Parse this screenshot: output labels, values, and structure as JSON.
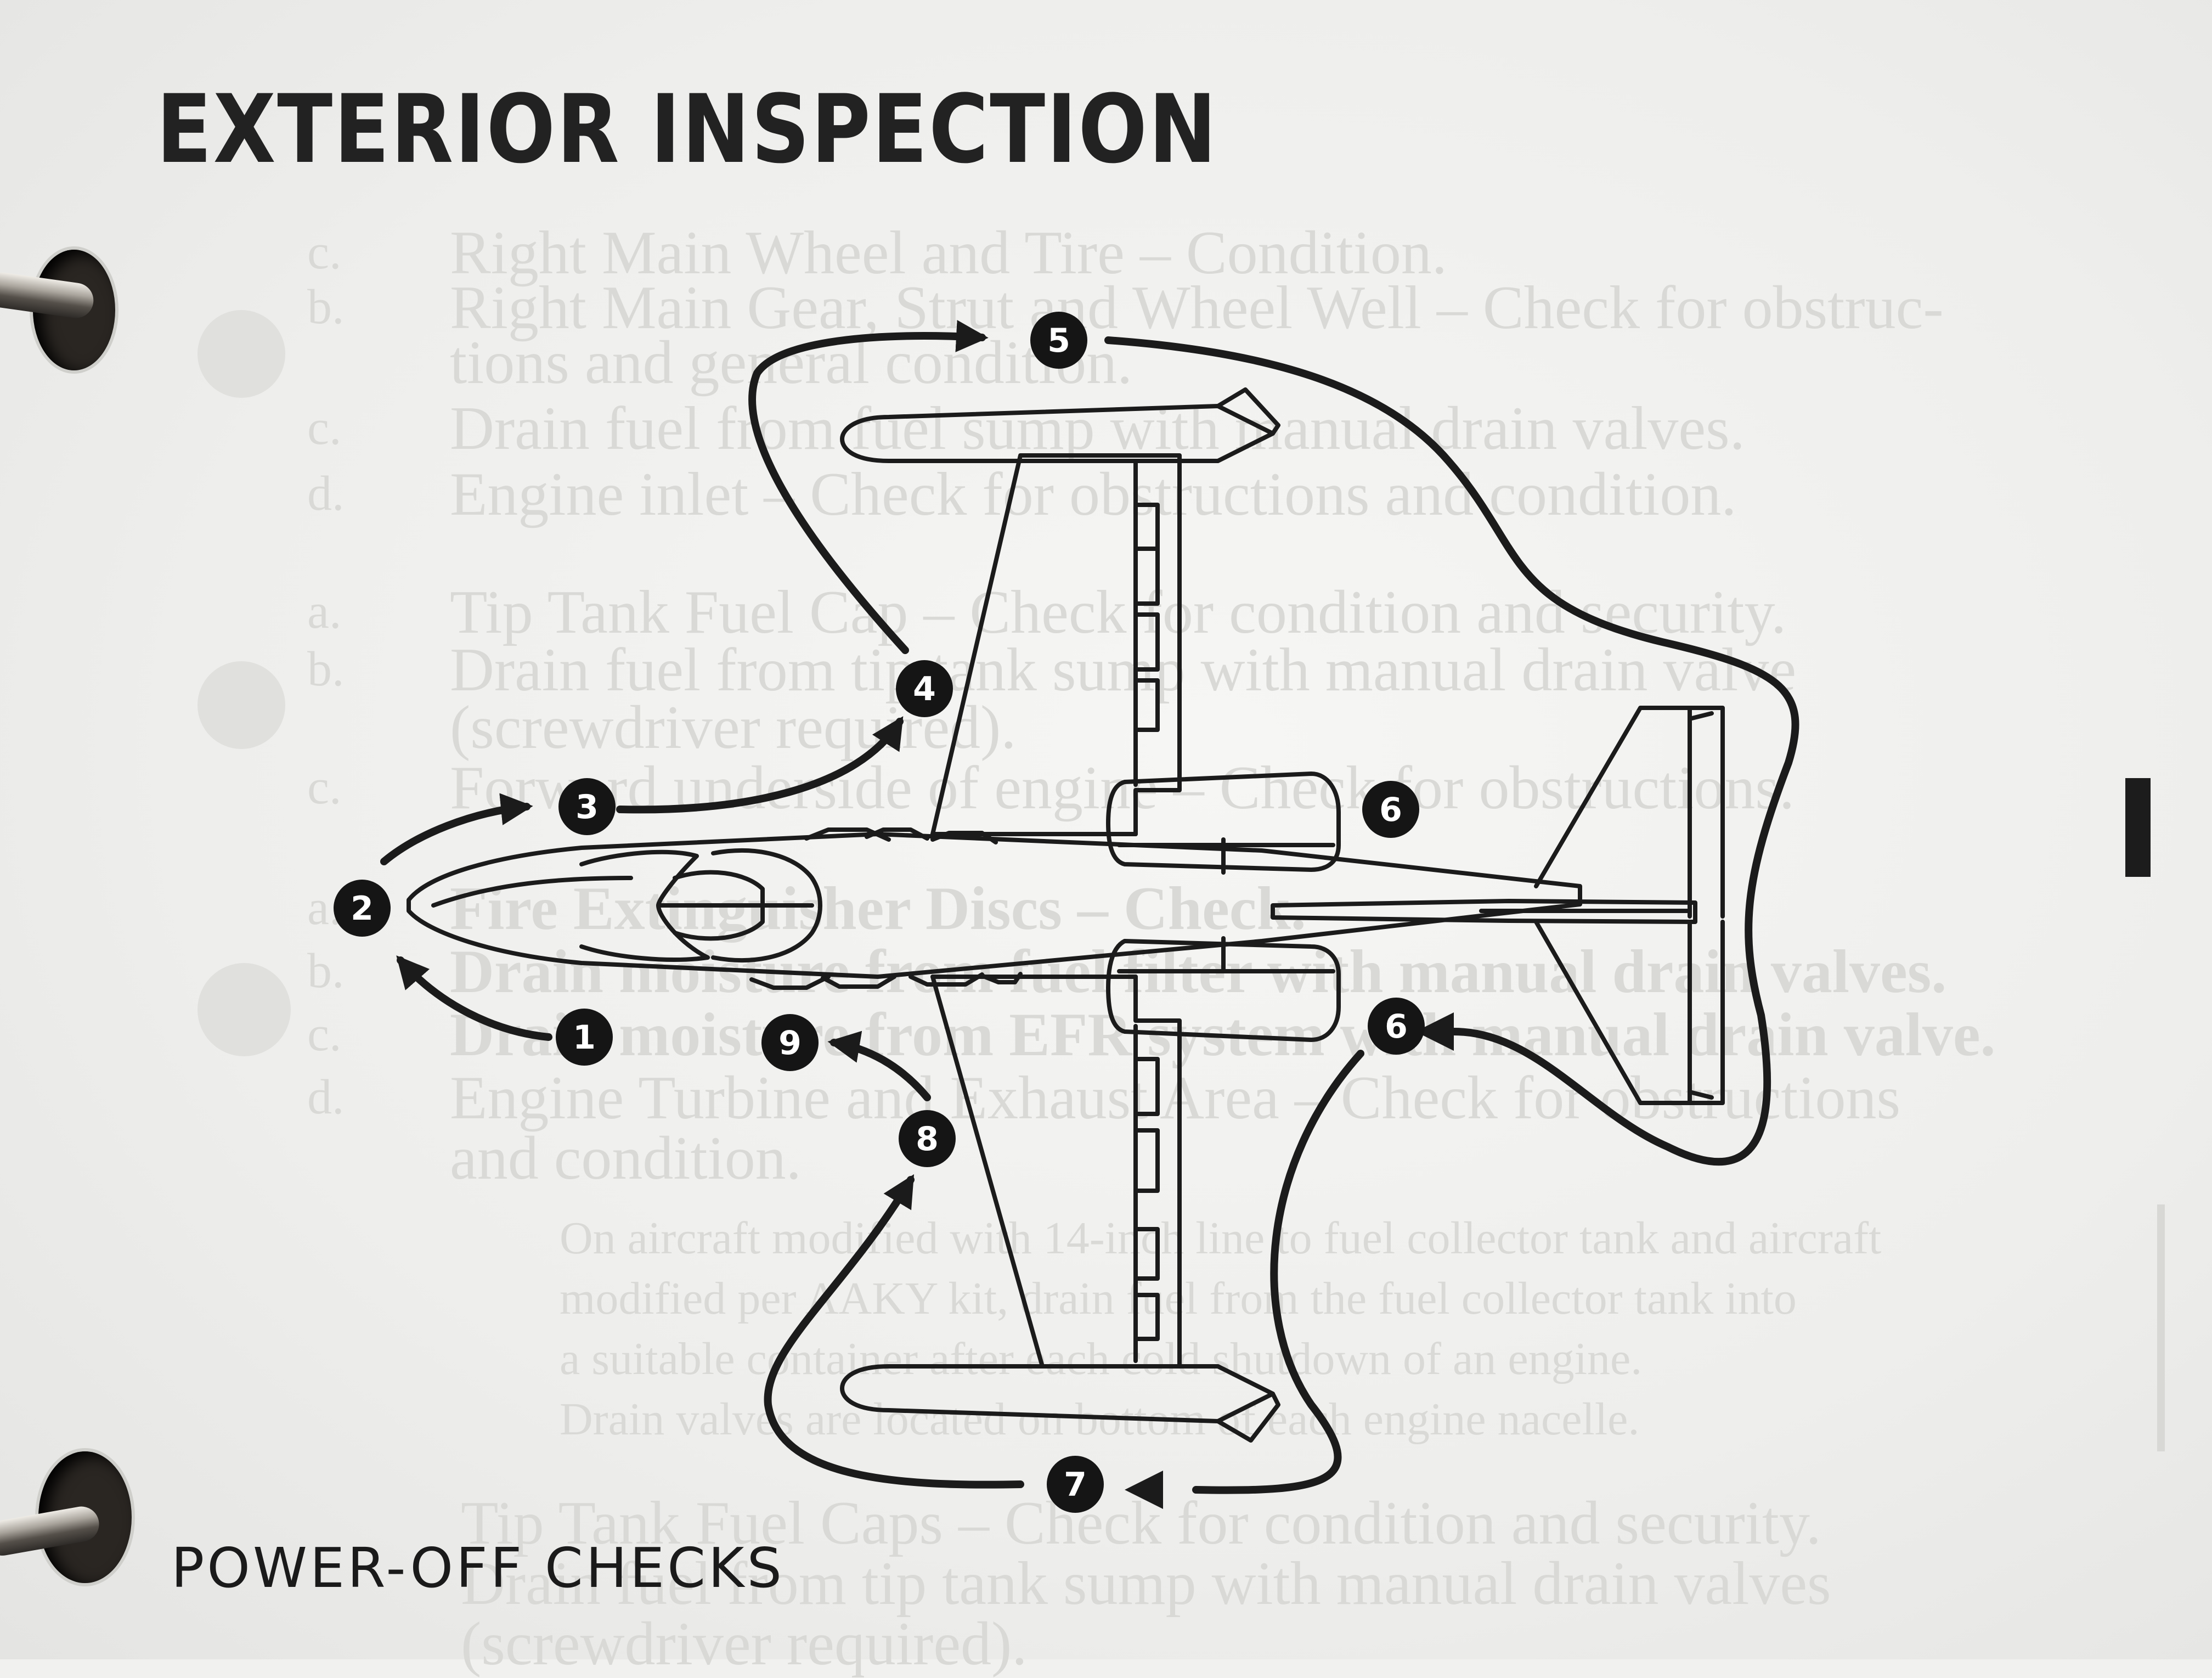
{
  "page": {
    "title": "EXTERIOR INSPECTION",
    "subtitle": "POWER-OFF CHECKS",
    "section_marker": "I"
  },
  "diagram": {
    "stations": [
      "1",
      "2",
      "3",
      "4",
      "5",
      "6",
      "6",
      "7",
      "8",
      "9"
    ]
  },
  "colors": {
    "ink": "#1b1b1b",
    "paper": "#f1f1ef",
    "bleed_through": "#d9d9d6"
  }
}
